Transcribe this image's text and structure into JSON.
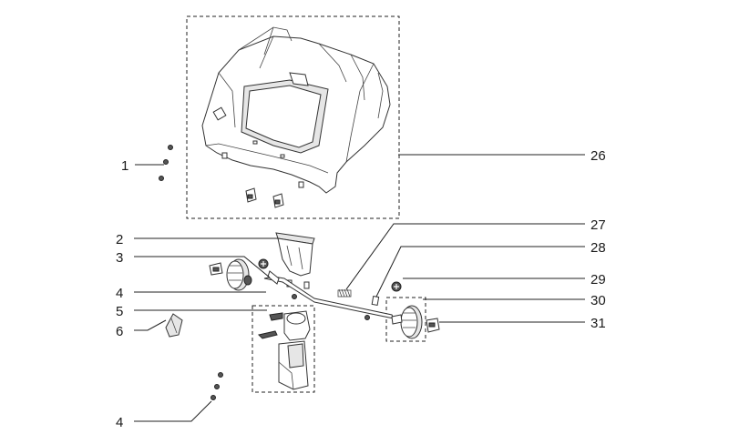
{
  "callouts": {
    "c1": "1",
    "c2": "2",
    "c3": "3",
    "c4a": "4",
    "c5": "5",
    "c6": "6",
    "c4b": "4",
    "c26": "26",
    "c27": "27",
    "c28": "28",
    "c29": "29",
    "c30": "30",
    "c31": "31"
  }
}
